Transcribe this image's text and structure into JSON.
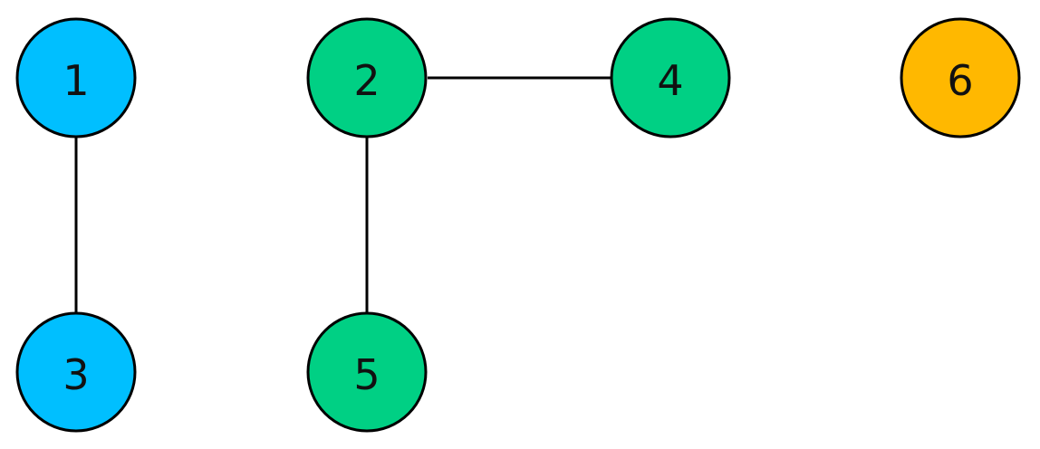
{
  "graph": {
    "colors": {
      "blue": "#00BFFF",
      "green": "#00D084",
      "orange": "#FFB800",
      "stroke": "#000000"
    },
    "nodes": [
      {
        "id": "1",
        "label": "1",
        "color": "blue"
      },
      {
        "id": "2",
        "label": "2",
        "color": "green"
      },
      {
        "id": "3",
        "label": "3",
        "color": "blue"
      },
      {
        "id": "4",
        "label": "4",
        "color": "green"
      },
      {
        "id": "5",
        "label": "5",
        "color": "green"
      },
      {
        "id": "6",
        "label": "6",
        "color": "orange"
      }
    ],
    "edges": [
      {
        "from": "1",
        "to": "3"
      },
      {
        "from": "2",
        "to": "4"
      },
      {
        "from": "2",
        "to": "5"
      }
    ]
  }
}
